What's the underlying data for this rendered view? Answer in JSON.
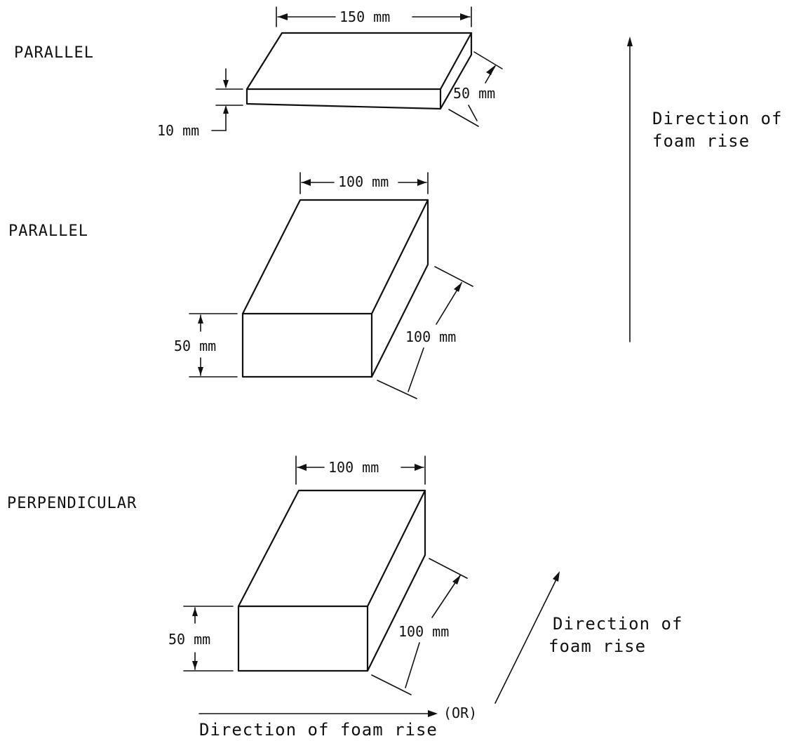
{
  "labels": {
    "parallel_1": "PARALLEL",
    "parallel_2": "PARALLEL",
    "perpendicular": "PERPENDICULAR"
  },
  "dimensions": {
    "slab_length": "150 mm",
    "slab_depth": "50 mm",
    "slab_thickness": "10 mm",
    "block2_width": "100 mm",
    "block2_depth": "100 mm",
    "block2_height": "50 mm",
    "block3_width": "100 mm",
    "block3_depth": "100 mm",
    "block3_height": "50 mm"
  },
  "direction": {
    "top_line1": "Direction of",
    "top_line2": "foam rise",
    "bottom_line1": "Direction of",
    "bottom_line2": "foam rise",
    "or": "(OR)",
    "horizontal": "Direction of foam rise"
  }
}
